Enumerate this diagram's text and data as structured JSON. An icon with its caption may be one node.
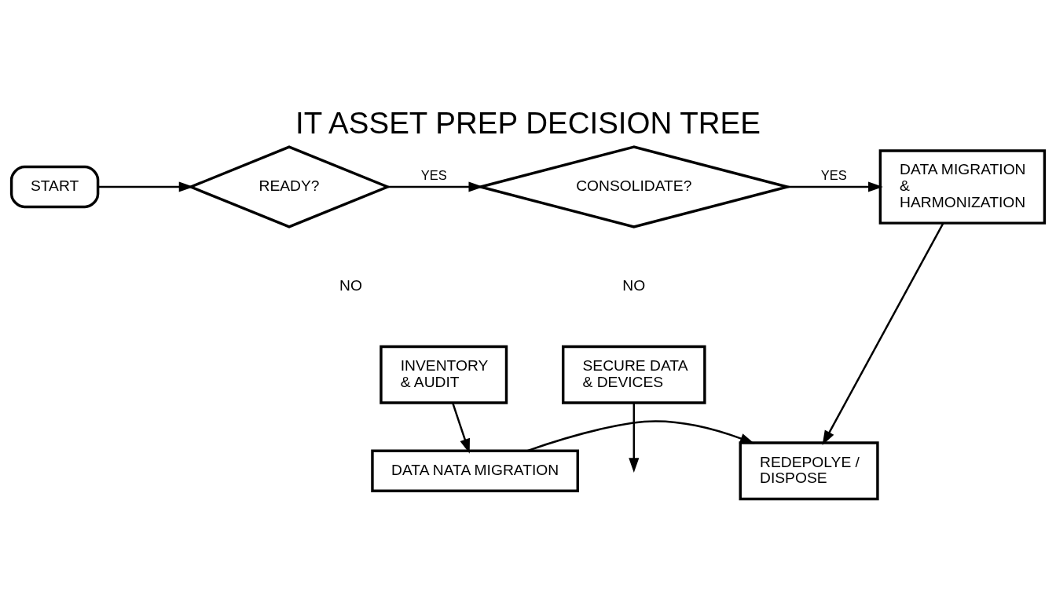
{
  "diagram": {
    "title": "IT ASSET PREP DECISION TREE",
    "nodes": [
      {
        "text": [
          "START"
        ]
      },
      {
        "text": [
          "READY?"
        ]
      },
      {
        "text": [
          "CONSOLIDATE?"
        ]
      },
      {
        "text": [
          "DATA MIGRATION & HARMONIZATION"
        ]
      },
      {
        "text": [
          "INVENTORY & AUDIT"
        ]
      },
      {
        "text": [
          "SECURE DATA & DEVICES"
        ]
      },
      {
        "text": [
          "DATA NATA MIGRATION"
        ]
      },
      {
        "text": [
          "REDEPOLYE / DISPOSE"
        ]
      }
    ],
    "edges": [
      {
        "from": 0,
        "to": 1,
        "arrow": "to"
      },
      {
        "from": 1,
        "to": 2,
        "arrow": "to",
        "label": "YES"
      },
      {
        "from": 2,
        "to": 3,
        "arrow": "to",
        "label": "YES"
      },
      {
        "from": 3,
        "to": 7,
        "arrow": "to"
      },
      {
        "from": 4,
        "to": 6,
        "arrow": "to"
      },
      {
        "from": 5,
        "to": null,
        "arrow": "to"
      },
      {
        "from": 6,
        "to": 7,
        "arrow": "to"
      }
    ],
    "labels": [
      "NO",
      "NO"
    ]
  }
}
